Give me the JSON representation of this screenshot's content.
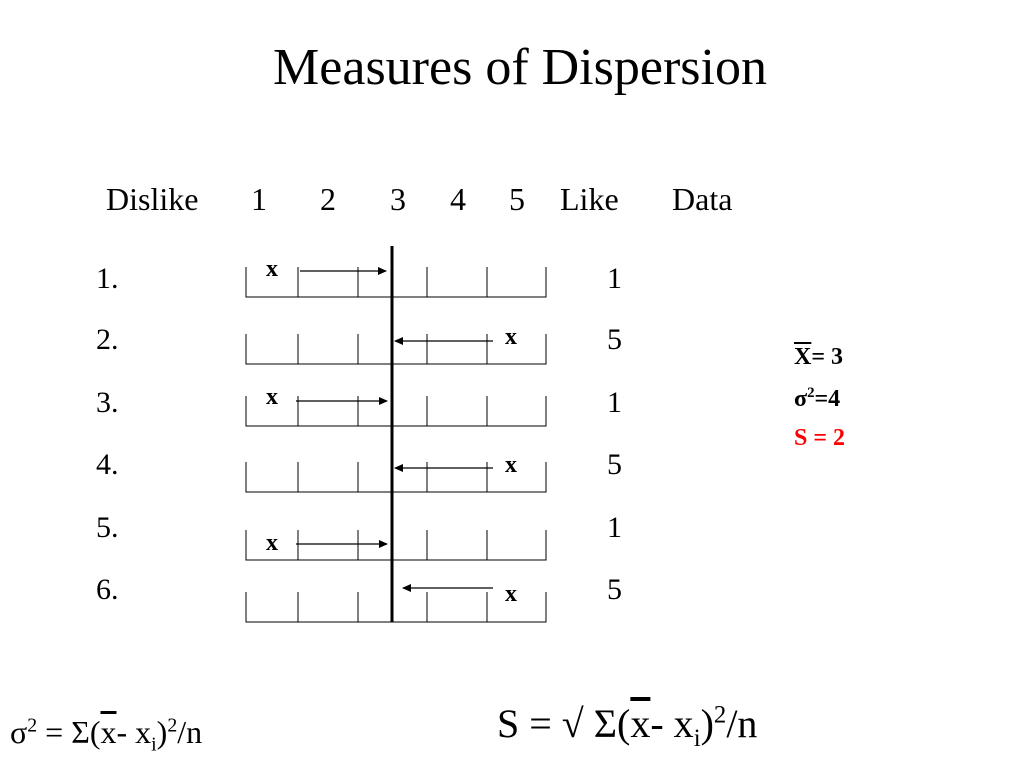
{
  "title": "Measures of Dispersion",
  "header": {
    "left": "Dislike",
    "scale": [
      "1",
      "2",
      "3",
      "4",
      "5"
    ],
    "right": "Like",
    "data": "Data"
  },
  "rows": [
    {
      "label": "1.",
      "mark": "x",
      "value": "1"
    },
    {
      "label": "2.",
      "mark": "x",
      "value": "5"
    },
    {
      "label": "3.",
      "mark": "x",
      "value": "1"
    },
    {
      "label": "4.",
      "mark": "x",
      "value": "5"
    },
    {
      "label": "5.",
      "mark": "x",
      "value": "1"
    },
    {
      "label": "6.",
      "mark": "x",
      "value": "5"
    }
  ],
  "stats": {
    "mean_symbol": "X",
    "mean_rest": "= 3",
    "variance_sigma": "σ",
    "variance_exp": "2",
    "variance_rest": "=4",
    "sd": "S = 2",
    "sd_color": "#ff0000"
  },
  "formulas": {
    "variance": {
      "sigma": "σ",
      "exp": "2",
      "rest1": " = Σ(",
      "xbar": "x",
      "rest2": "- x",
      "sub": "i",
      "rest3": ")",
      "exp2": "2",
      "rest4": "/n"
    },
    "sd": {
      "lead": "S  =  √ Σ(",
      "xbar": "x",
      "rest2": "- x",
      "sub": "i",
      "rest3": ")",
      "exp2": "2",
      "rest4": "/n"
    }
  }
}
